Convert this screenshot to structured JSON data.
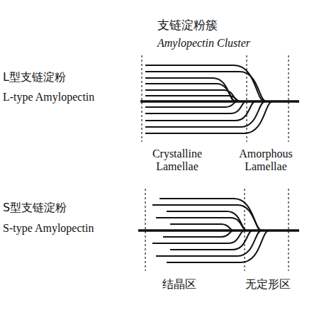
{
  "diagram": {
    "labels": [
      "支链淀粉簇",
      "Amylopectin Cluster",
      "L型支链淀粉",
      "L-type Amylopectin",
      "Crystalline Lamellae",
      "Amorphous Lamellae",
      "S型支链淀粉",
      "S-type Amylopectin",
      "结晶区",
      "无定形区"
    ]
  }
}
